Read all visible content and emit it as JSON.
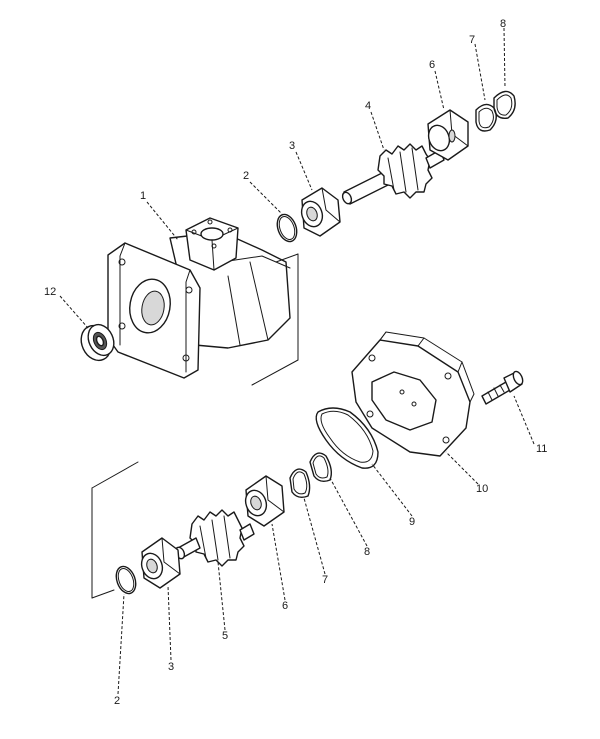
{
  "callouts": {
    "c1": "1",
    "c2a": "2",
    "c3a": "3",
    "c4": "4",
    "c6a": "6",
    "c7a": "7",
    "c8a": "8",
    "c12": "12",
    "c11": "11",
    "c10": "10",
    "c9": "9",
    "c8b": "8",
    "c7b": "7",
    "c6b": "6",
    "c5": "5",
    "c3b": "3",
    "c2b": "2"
  }
}
